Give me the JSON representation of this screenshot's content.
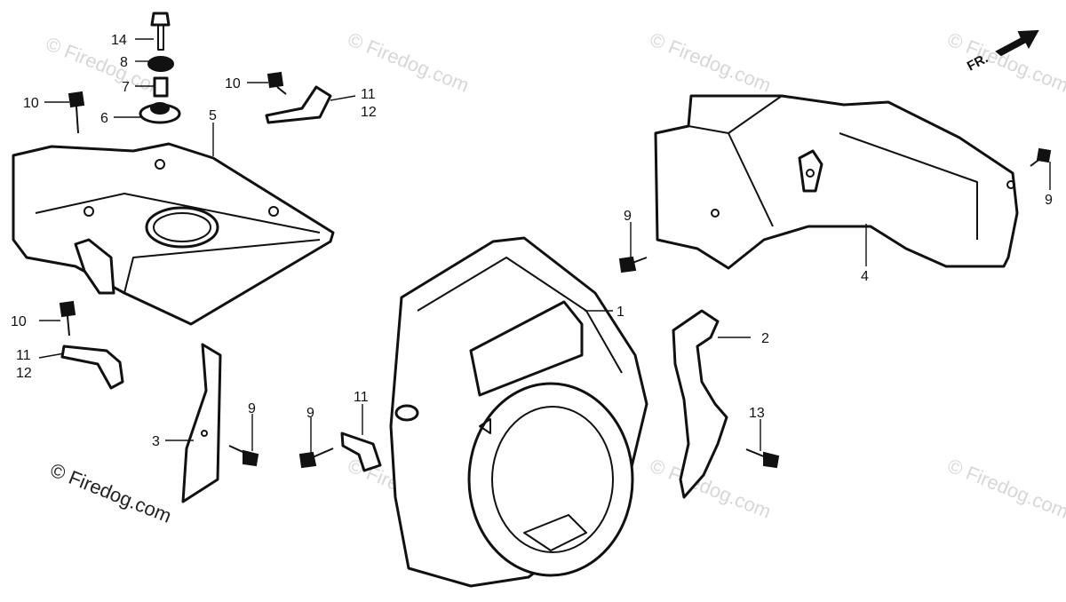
{
  "diagram": {
    "direction_label": "FR.",
    "watermark_text": "© Firedog.com",
    "watermark_color": "#d7d7d7",
    "line_color": "#111111",
    "callouts": {
      "c14": "14",
      "c8": "8",
      "c7": "7",
      "c6": "6",
      "c10a": "10",
      "c5": "5",
      "c10b": "10",
      "c11a": "11",
      "c12a": "12",
      "c10c": "10",
      "c11b": "11",
      "c12b": "12",
      "c3": "3",
      "c9a": "9",
      "c9b": "9",
      "c11c": "11",
      "c1": "1",
      "c2": "2",
      "c13": "13",
      "c9c": "9",
      "c4": "4",
      "c9d": "9"
    }
  }
}
